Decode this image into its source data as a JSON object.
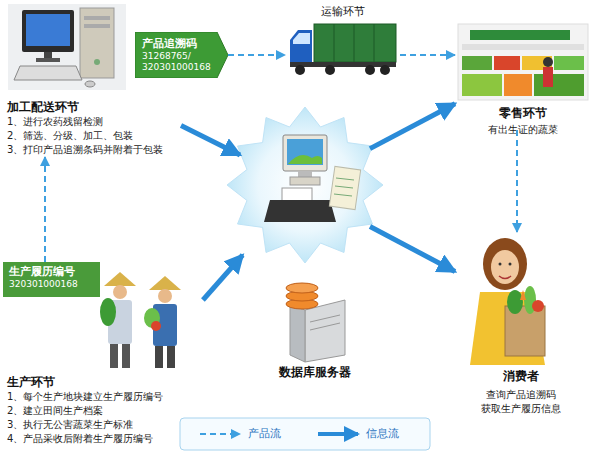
{
  "diagram": {
    "nodes": [
      {
        "text": [
          "运输环节"
        ]
      },
      {
        "text": [
          "产品追溯码",
          "31268765/ 320301000168"
        ]
      },
      {
        "text": [
          "加工配送环节",
          "1、进行农药残留检测",
          "2、筛选、分级、加工、包装",
          "3、打印产品追溯条码并附着于包装"
        ]
      },
      {
        "text": [
          "零售环节",
          "有出生证的蔬菜"
        ]
      },
      {
        "text": []
      },
      {
        "text": [
          "生产履历编号",
          "320301000168"
        ]
      },
      {
        "text": [
          "生产环节",
          "1、每个生产地块建立生产履历编号",
          "2、建立田间生产档案",
          "3、执行无公害蔬菜生产标准",
          "4、产品采收后附着生产履历编号"
        ]
      },
      {
        "text": [
          "数据库服务器"
        ]
      },
      {
        "text": [
          "消费者",
          "查询产品追溯码 获取生产履历信息"
        ]
      }
    ],
    "edges": [
      {
        "from": 1,
        "to": 0,
        "arrow": "to"
      },
      {
        "from": 0,
        "to": 3,
        "arrow": "to"
      },
      {
        "from": 3,
        "to": 8,
        "arrow": "to"
      },
      {
        "from": 5,
        "to": 2,
        "arrow": "to"
      },
      {
        "from": 2,
        "to": 4,
        "arrow": "to"
      },
      {
        "from": 6,
        "to": 4,
        "arrow": "to"
      },
      {
        "from": 4,
        "to": 3,
        "arrow": "to"
      },
      {
        "from": 4,
        "to": 8,
        "arrow": "to"
      }
    ],
    "legend": [
      {
        "text": "产品流"
      },
      {
        "text": "信息流"
      }
    ]
  }
}
